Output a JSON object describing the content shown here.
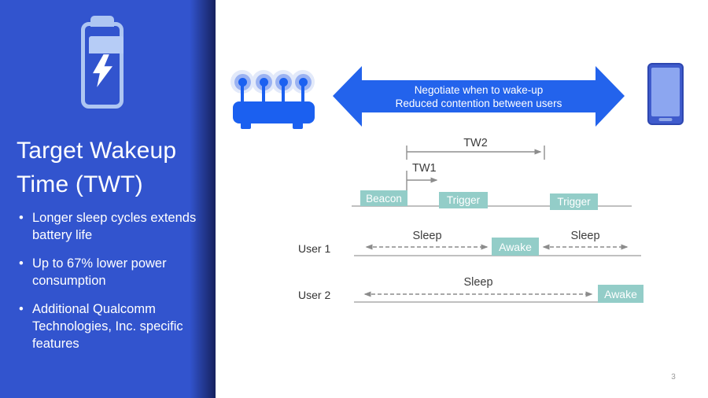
{
  "sidebar": {
    "title_line1": "Target Wakeup",
    "title_line2": "Time (TWT)",
    "bullets": [
      "Longer sleep cycles extends battery life",
      "Up to 67% lower power consumption",
      "Additional Qualcomm Technologies, Inc. specific features"
    ]
  },
  "banner_arrow": {
    "line1": "Negotiate when to wake-up",
    "line2": "Reduced contention between users"
  },
  "diagram": {
    "tw2": "TW2",
    "tw1": "TW1",
    "beacon": "Beacon",
    "trigger_1": "Trigger",
    "trigger_2": "Trigger",
    "user1": "User 1",
    "user2": "User 2",
    "sleep_1": "Sleep",
    "sleep_2": "Sleep",
    "sleep_3": "Sleep",
    "awake_1": "Awake",
    "awake_2": "Awake"
  },
  "page_number": "3",
  "colors": {
    "sidebar_blue": "#3254CE",
    "sidebar_edge_navy": "#16215E",
    "accent_blue": "#1B60F0",
    "arrow_blue": "#2363EC",
    "teal": "#93CDC8",
    "line_gray": "#9B9B9B",
    "text_white": "#FFFFFF"
  }
}
